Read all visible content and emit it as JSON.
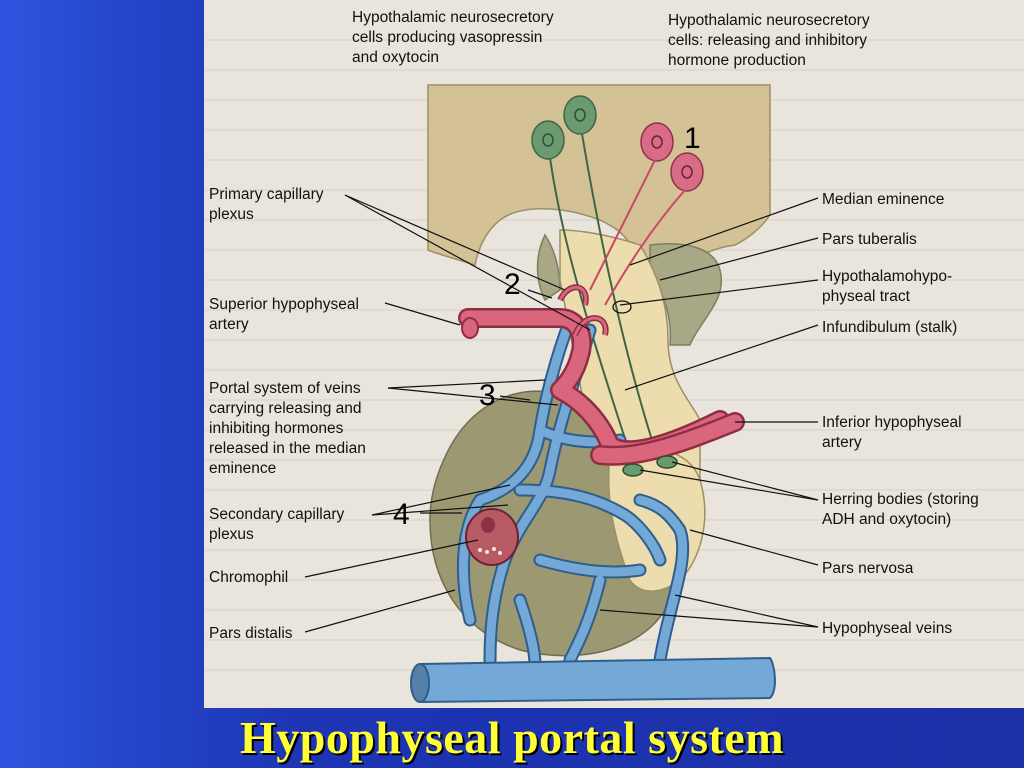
{
  "title": "Hypophyseal portal system",
  "colors": {
    "background_blue": "#1d34b4",
    "title_yellow": "#ffff33",
    "vessel_red": "#d9667c",
    "vein_blue": "#6a9fd0",
    "pituitary_posterior": "#e9d9a8",
    "pituitary_anterior": "#9b9872",
    "hypothalamus": "#d4c296"
  },
  "numbers": [
    "1",
    "2",
    "3",
    "4"
  ],
  "labels": {
    "top_left": [
      "Hypothalamic neurosecretory",
      "cells producing vasopressin",
      "and oxytocin"
    ],
    "top_right": [
      "Hypothalamic neurosecretory",
      "cells: releasing and inhibitory",
      "hormone production"
    ],
    "primary_capillary": [
      "Primary capillary",
      "plexus"
    ],
    "superior_artery": [
      "Superior hypophyseal",
      "artery"
    ],
    "portal_system": [
      "Portal system of veins",
      "carrying releasing and",
      "inhibiting hormones",
      "released in the median",
      "eminence"
    ],
    "secondary_capillary": [
      "Secondary capillary",
      "plexus"
    ],
    "chromophil": "Chromophil",
    "pars_distalis": "Pars distalis",
    "median_eminence": "Median eminence",
    "pars_tuberalis": "Pars tuberalis",
    "hypothalamo_tract": [
      "Hypothalamohypo-",
      "physeal tract"
    ],
    "infundibulum": "Infundibulum (stalk)",
    "inferior_artery": [
      "Inferior hypophyseal",
      "artery"
    ],
    "herring_bodies": [
      "Herring bodies (storing",
      "ADH and oxytocin)"
    ],
    "pars_nervosa": "Pars nervosa",
    "hypophyseal_veins": "Hypophyseal veins"
  }
}
